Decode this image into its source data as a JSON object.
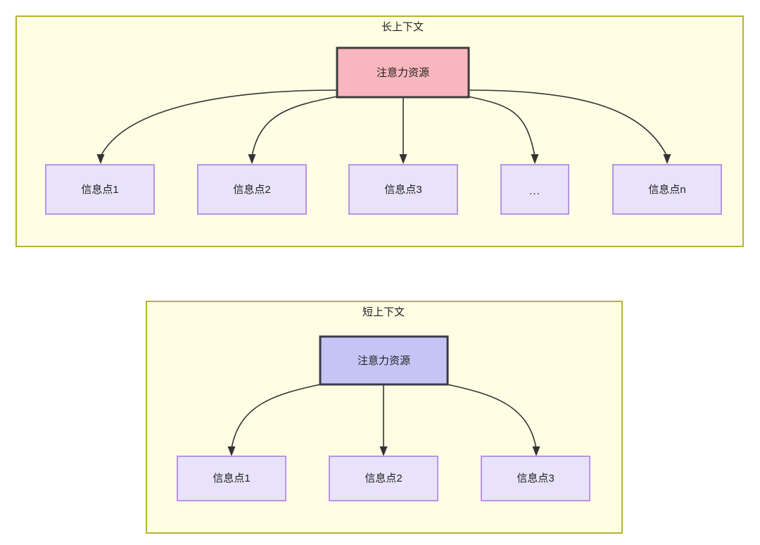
{
  "diagram": {
    "type": "flowchart",
    "background_color": "#ffffff",
    "palette": {
      "group_fill": "#fffde4",
      "group_border": "#b5b52e",
      "accent_red_fill": "#f9b6be",
      "accent_red_border": "#3d3d3d",
      "accent_blue_fill": "#c5c5f5",
      "accent_blue_border": "#3a3a48",
      "leaf_fill": "#e8e3fb",
      "leaf_border": "#b894e2",
      "edge_color": "#333333",
      "text_color": "#1f1f1f"
    },
    "groups": [
      {
        "id": "long-context",
        "title": "长上下文",
        "root": {
          "id": "long-attention",
          "label": "注意力资源"
        },
        "leaves": [
          {
            "id": "long-leaf-1",
            "label": "信息点1"
          },
          {
            "id": "long-leaf-2",
            "label": "信息点2"
          },
          {
            "id": "long-leaf-3",
            "label": "信息点3"
          },
          {
            "id": "long-leaf-ellipsis",
            "label": "..."
          },
          {
            "id": "long-leaf-n",
            "label": "信息点n"
          }
        ]
      },
      {
        "id": "short-context",
        "title": "短上下文",
        "root": {
          "id": "short-attention",
          "label": "注意力资源"
        },
        "leaves": [
          {
            "id": "short-leaf-1",
            "label": "信息点1"
          },
          {
            "id": "short-leaf-2",
            "label": "信息点2"
          },
          {
            "id": "short-leaf-3",
            "label": "信息点3"
          }
        ]
      }
    ]
  }
}
